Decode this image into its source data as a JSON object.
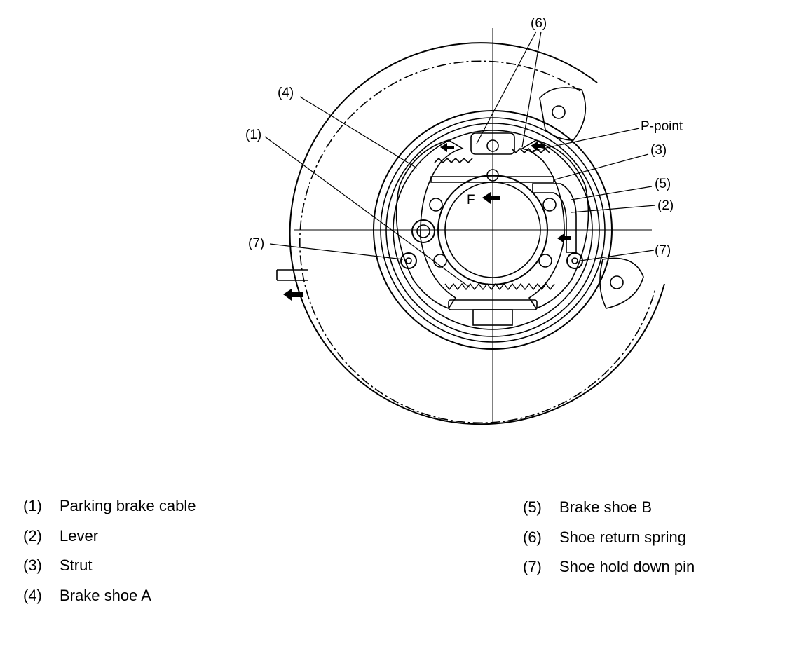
{
  "diagram": {
    "labels": {
      "c6": "(6)",
      "c4": "(4)",
      "c1": "(1)",
      "ppoint": "P-point",
      "c3": "(3)",
      "c5": "(5)",
      "c2": "(2)",
      "c7_left": "(7)",
      "c7_right": "(7)",
      "forward": "F"
    }
  },
  "legend": {
    "left": [
      {
        "num": "(1)",
        "name": "Parking brake cable"
      },
      {
        "num": "(2)",
        "name": "Lever"
      },
      {
        "num": "(3)",
        "name": "Strut"
      },
      {
        "num": "(4)",
        "name": "Brake shoe A"
      }
    ],
    "right": [
      {
        "num": "(5)",
        "name": "Brake shoe B"
      },
      {
        "num": "(6)",
        "name": "Shoe return spring"
      },
      {
        "num": "(7)",
        "name": "Shoe hold down pin"
      }
    ]
  }
}
